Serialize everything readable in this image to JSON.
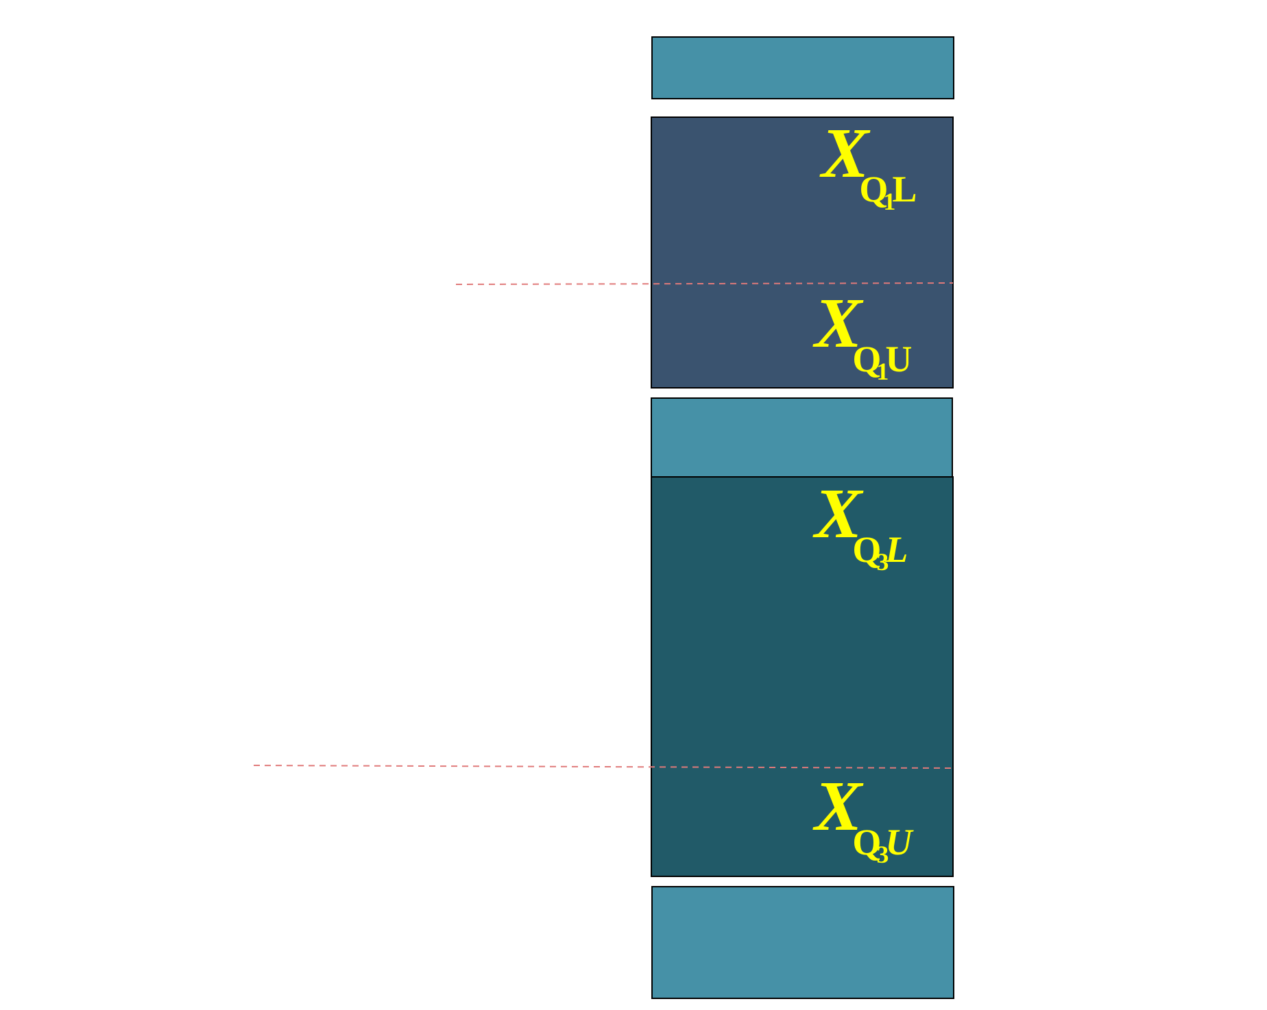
{
  "colors": {
    "light_block": "#4691A7",
    "q1_block": "#3A536F",
    "q3_block": "#215A68",
    "label_text": "#FFFF00",
    "guide_line": "#E07A7A",
    "border": "#000000"
  },
  "labels": {
    "q1_lower": {
      "main": "X",
      "sub": "Q",
      "subsub": "1",
      "tail": "L"
    },
    "q1_upper": {
      "main": "X",
      "sub": "Q",
      "subsub": "1",
      "tail": "U"
    },
    "q3_lower": {
      "main": "X",
      "sub": "Q",
      "subsub": "3",
      "tail": "L"
    },
    "q3_upper": {
      "main": "X",
      "sub": "Q",
      "subsub": "3",
      "tail": "U"
    }
  }
}
